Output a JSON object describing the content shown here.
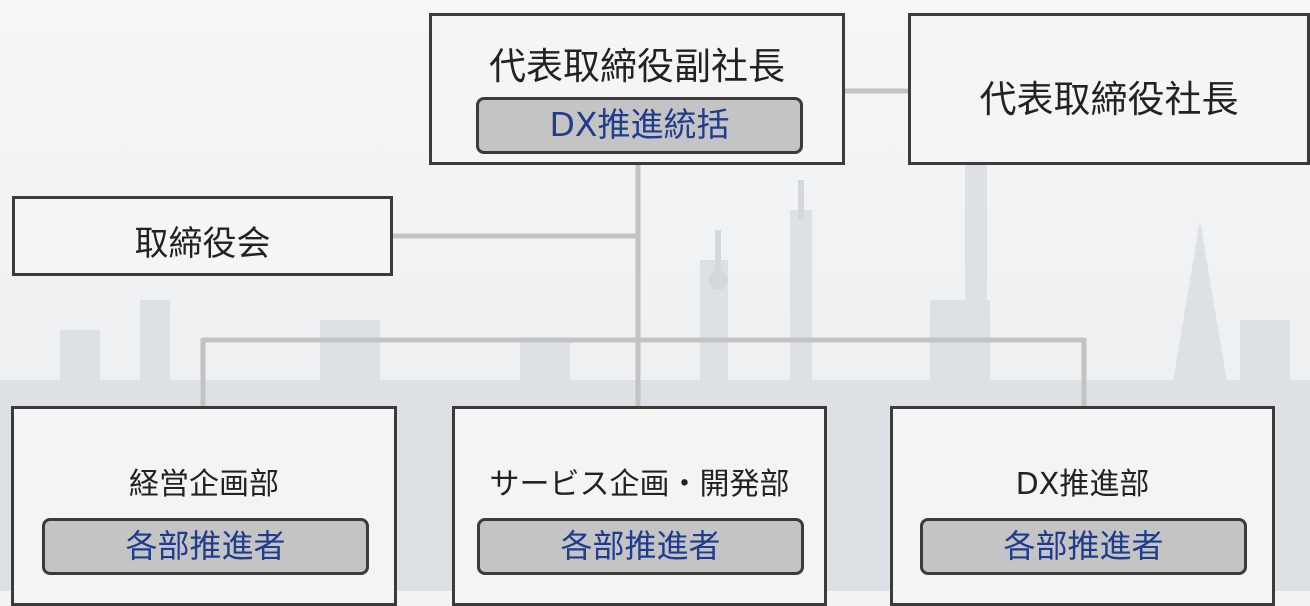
{
  "top": {
    "vice_president": {
      "title": "代表取締役副社長",
      "tag": "DX推進統括"
    },
    "president": {
      "title": "代表取締役社長"
    }
  },
  "board": {
    "title": "取締役会"
  },
  "departments": [
    {
      "name": "経営企画部",
      "tag": "各部推進者"
    },
    {
      "name": "サービス企画・開発部",
      "tag": "各部推進者"
    },
    {
      "name": "DX推進部",
      "tag": "各部推進者"
    }
  ],
  "colors": {
    "box_border": "#3b3b3b",
    "box_fill": "#f5f5f5",
    "tag_fill": "#c4c4c4",
    "tag_text": "#1f3c8f",
    "connector": "#c3c3c3"
  }
}
